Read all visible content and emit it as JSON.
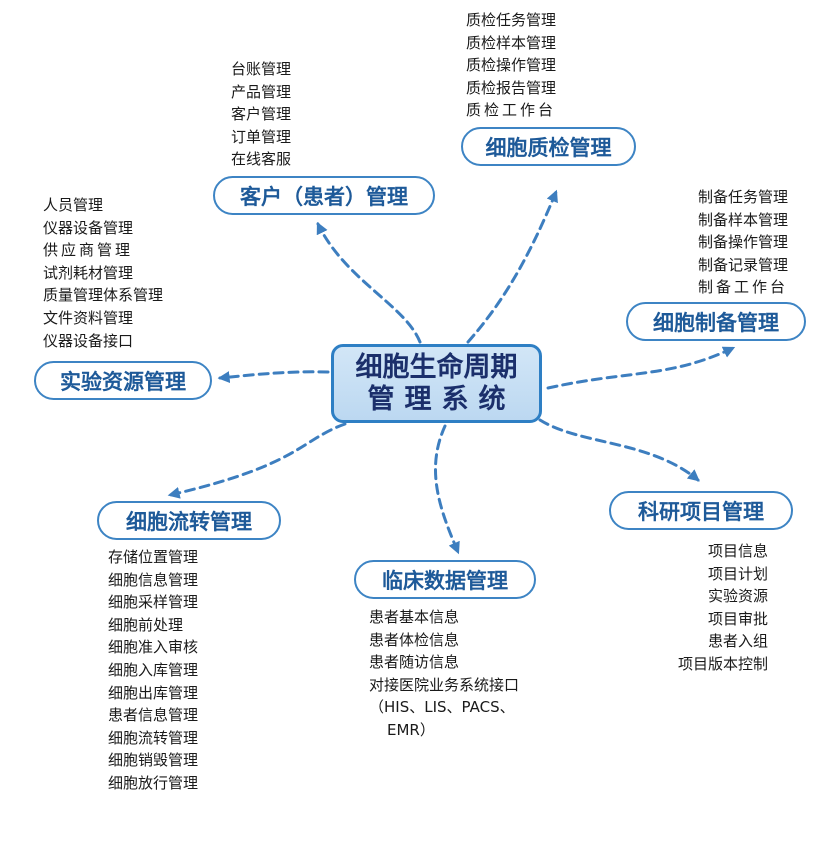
{
  "center": {
    "line1": "细胞生命周期",
    "line2": "管理系统"
  },
  "nodes": {
    "quality": {
      "title": "细胞质检管理",
      "items": [
        "质检任务管理",
        "质检样本管理",
        "质检操作管理",
        "质检报告管理",
        "质检工作台"
      ]
    },
    "customer": {
      "title": "客户（患者）管理",
      "items": [
        "台账管理",
        "产品管理",
        "客户管理",
        "订单管理",
        "在线客服"
      ]
    },
    "prep": {
      "title": "细胞制备管理",
      "items": [
        "制备任务管理",
        "制备样本管理",
        "制备操作管理",
        "制备记录管理",
        "制备工作台"
      ]
    },
    "lab": {
      "title": "实验资源管理",
      "items": [
        "人员管理",
        "仪器设备管理",
        "供应商管理",
        "试剂耗材管理",
        "质量管理体系管理",
        "文件资料管理",
        "仪器设备接口"
      ]
    },
    "flow": {
      "title": "细胞流转管理",
      "items": [
        "存储位置管理",
        "细胞信息管理",
        "细胞采样管理",
        "细胞前处理",
        "细胞准入审核",
        "细胞入库管理",
        "细胞出库管理",
        "患者信息管理",
        "细胞流转管理",
        "细胞销毁管理",
        "细胞放行管理"
      ]
    },
    "clinical": {
      "title": "临床数据管理",
      "items": [
        "患者基本信息",
        "患者体检信息",
        "患者随访信息",
        "对接医院业务系统接口",
        "（HIS、LIS、PACS、",
        "EMR）"
      ]
    },
    "research": {
      "title": "科研项目管理",
      "items": [
        "项目信息",
        "项目计划",
        "实验资源",
        "项目审批",
        "患者入组",
        "项目版本控制"
      ]
    }
  },
  "colors": {
    "arrow": "#3d7ebf",
    "pill_border": "#3d84c4",
    "pill_text": "#1e5a99",
    "center_border": "#2e7fc4",
    "center_fill": "#c8e0f5",
    "center_text": "#1b2f6b"
  }
}
